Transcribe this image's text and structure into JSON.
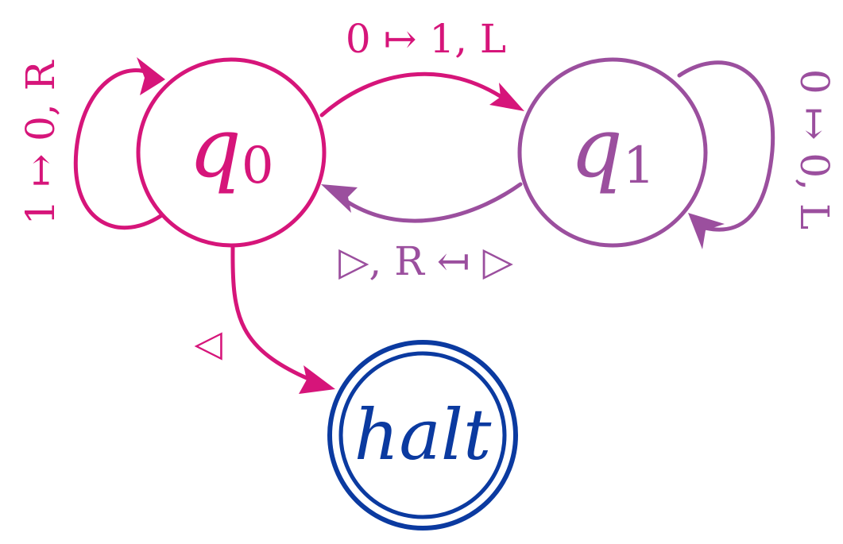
{
  "colors": {
    "q0": "#d6157a",
    "q1": "#9b4f9e",
    "halt": "#0b3aa0",
    "background": "#ffffff"
  },
  "states": {
    "q0": {
      "name": "q",
      "subscript": "0"
    },
    "q1": {
      "name": "q",
      "subscript": "1"
    },
    "halt": {
      "name": "halt"
    }
  },
  "transitions": {
    "q0_self": "1 ↦ 0, R",
    "q0_to_q1": "0 ↦ 1, L",
    "q1_self": "0 ↦ 0, L",
    "q1_to_q0": "▷, R ↤ ▷",
    "q0_to_halt": "▷"
  }
}
